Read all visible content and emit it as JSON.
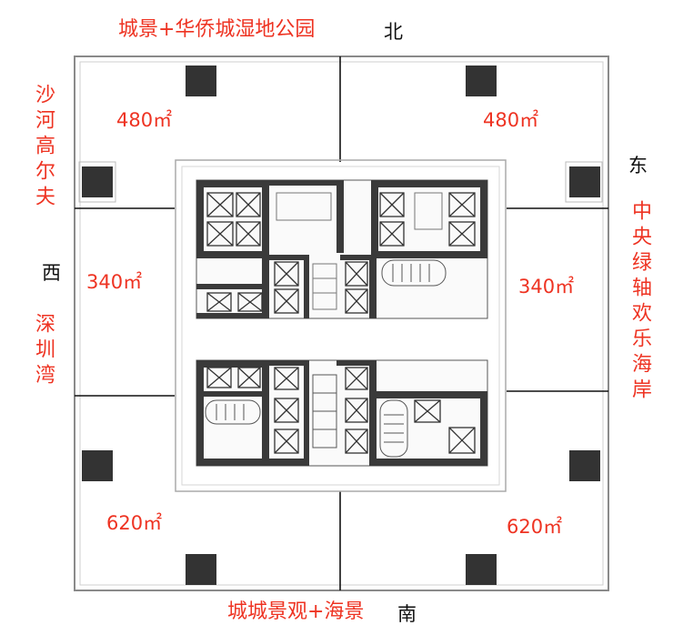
{
  "views": {
    "north": "城景+华侨城湿地公园",
    "south": "城城景观+海景",
    "west_top": "沙河高尔夫",
    "west_bottom": "深圳湾",
    "east": "中央绿轴欢乐海岸"
  },
  "directions": {
    "north": "北",
    "south": "南",
    "west": "西",
    "east": "东"
  },
  "units": {
    "nw": "480㎡",
    "ne": "480㎡",
    "w": "340㎡",
    "e": "340㎡",
    "sw": "620㎡",
    "se": "620㎡"
  },
  "colors": {
    "accent": "#ee3322",
    "wall": "#3a3a3a",
    "column": "#333333",
    "line": "#999999"
  }
}
